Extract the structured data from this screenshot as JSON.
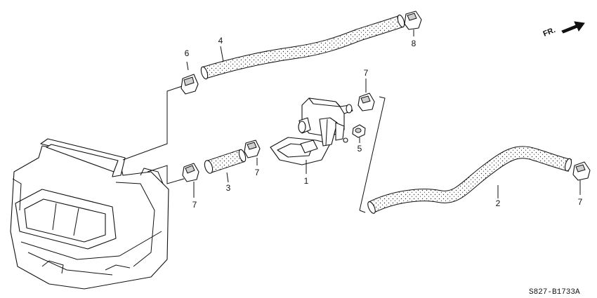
{
  "diagram": {
    "callouts": [
      {
        "id": "c1",
        "text": "1"
      },
      {
        "id": "c2",
        "text": "2"
      },
      {
        "id": "c3",
        "text": "3"
      },
      {
        "id": "c4",
        "text": "4"
      },
      {
        "id": "c5",
        "text": "5"
      },
      {
        "id": "c6",
        "text": "6"
      },
      {
        "id": "c7a",
        "text": "7"
      },
      {
        "id": "c7b",
        "text": "7"
      },
      {
        "id": "c7c",
        "text": "7"
      },
      {
        "id": "c7d",
        "text": "7"
      },
      {
        "id": "c8",
        "text": "8"
      }
    ],
    "orientation_label": "FR.",
    "diagram_code": "S827-B1733A"
  }
}
